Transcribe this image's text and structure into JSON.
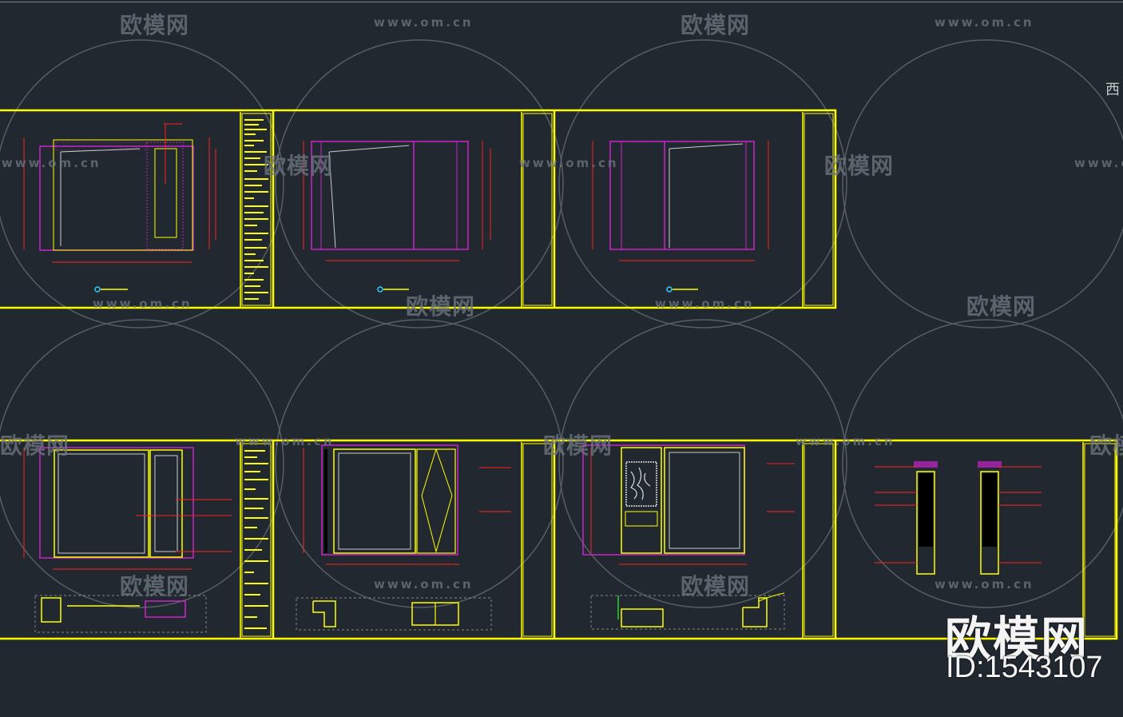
{
  "watermark": {
    "site_name": "欧模网",
    "url": "www.om.cn"
  },
  "brand": {
    "name": "欧模网",
    "id_label": "ID:1543107"
  },
  "edge_label": "西",
  "colors": {
    "background": "#212830",
    "frame": "#ffff00",
    "wall_outline": "#cc22cc",
    "dimension": "#ff2020",
    "watermark": "#6f7780"
  }
}
